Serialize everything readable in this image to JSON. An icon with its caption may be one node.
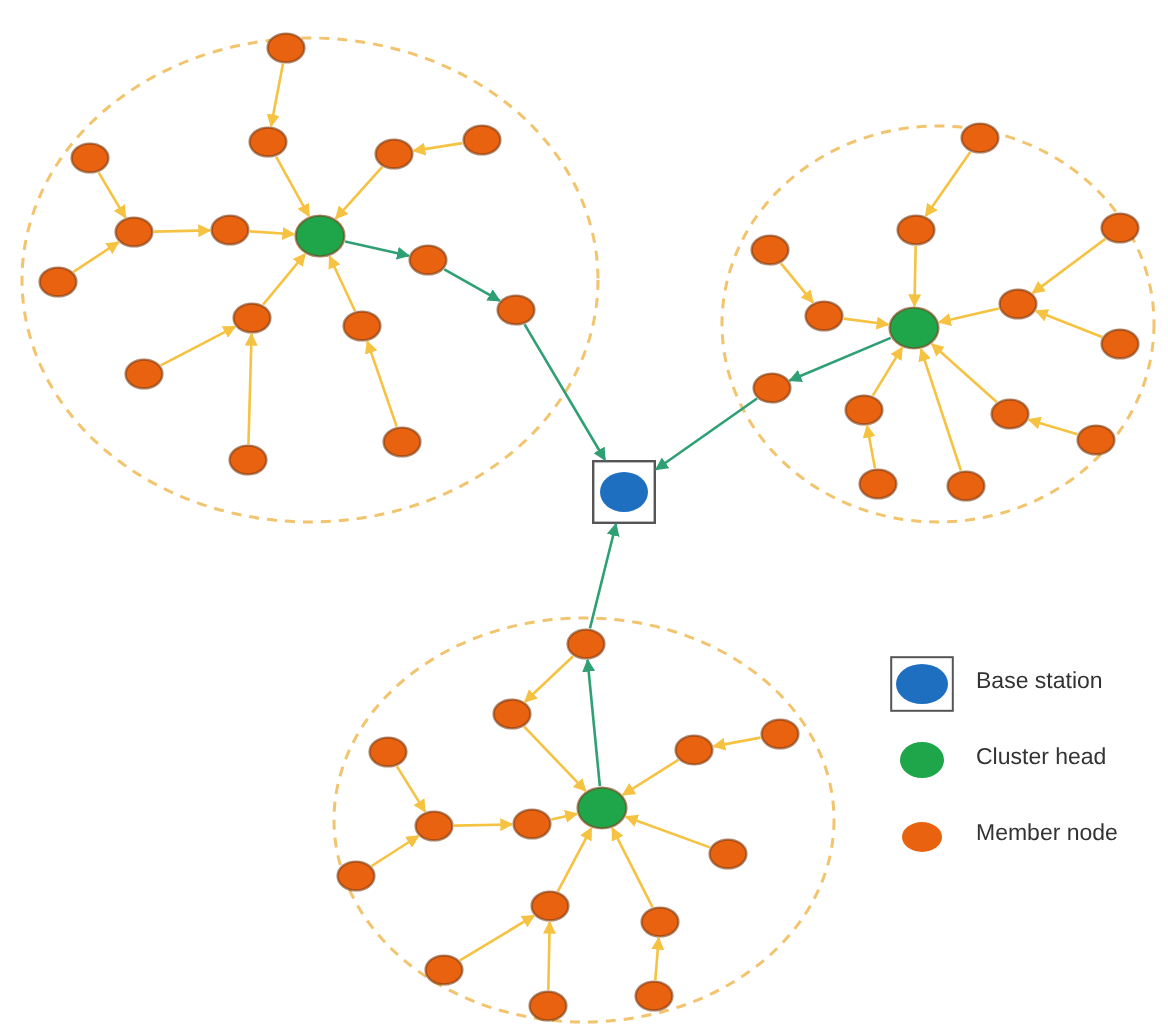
{
  "diagram": {
    "nodes": [
      {
        "text": [],
        "shape": "circle"
      },
      {
        "text": [],
        "shape": "circle",
        "in": 0
      },
      {
        "text": [],
        "shape": "circle",
        "in": 0
      },
      {
        "text": [],
        "shape": "circle",
        "in": 0
      },
      {
        "text": [],
        "shape": "circle",
        "in": 0
      },
      {
        "text": [],
        "shape": "circle",
        "in": 0
      },
      {
        "text": [],
        "shape": "circle",
        "in": 0
      },
      {
        "text": [],
        "shape": "circle",
        "in": 0
      },
      {
        "text": [],
        "shape": "circle",
        "in": 0
      },
      {
        "text": [],
        "shape": "circle",
        "in": 0
      },
      {
        "text": [],
        "shape": "circle",
        "in": 0
      },
      {
        "text": [],
        "shape": "circle",
        "in": 0
      },
      {
        "text": [],
        "shape": "circle",
        "in": 0
      },
      {
        "text": [],
        "shape": "circle",
        "in": 0
      },
      {
        "text": [],
        "shape": "circle",
        "in": 0
      },
      {
        "text": [],
        "shape": "circle",
        "in": 0
      },
      {
        "text": [],
        "shape": "circle",
        "in": 0
      },
      {
        "text": [],
        "shape": "circle"
      },
      {
        "text": [],
        "shape": "circle",
        "in": 17
      },
      {
        "text": [],
        "shape": "circle",
        "in": 17
      },
      {
        "text": [],
        "shape": "circle",
        "in": 17
      },
      {
        "text": [],
        "shape": "circle",
        "in": 17
      },
      {
        "text": [],
        "shape": "circle",
        "in": 17
      },
      {
        "text": [],
        "shape": "circle",
        "in": 17
      },
      {
        "text": [],
        "shape": "circle",
        "in": 17
      },
      {
        "text": [],
        "shape": "circle",
        "in": 17
      },
      {
        "text": [],
        "shape": "circle",
        "in": 17
      },
      {
        "text": [],
        "shape": "circle",
        "in": 17
      },
      {
        "text": [],
        "shape": "circle",
        "in": 17
      },
      {
        "text": [],
        "shape": "circle",
        "in": 17
      },
      {
        "text": [],
        "shape": "circle",
        "in": 17
      },
      {
        "text": [],
        "shape": "circle",
        "in": 17
      },
      {
        "text": [],
        "shape": "box"
      },
      {
        "text": [],
        "shape": "circle"
      },
      {
        "text": [],
        "shape": "circle",
        "in": 33
      },
      {
        "text": [],
        "shape": "circle",
        "in": 33
      },
      {
        "text": [],
        "shape": "circle",
        "in": 33
      },
      {
        "text": [],
        "shape": "circle",
        "in": 33
      },
      {
        "text": [],
        "shape": "circle",
        "in": 33
      },
      {
        "text": [],
        "shape": "circle",
        "in": 33
      },
      {
        "text": [],
        "shape": "circle",
        "in": 33
      },
      {
        "text": [],
        "shape": "circle",
        "in": 33
      },
      {
        "text": [],
        "shape": "circle",
        "in": 33
      },
      {
        "text": [],
        "shape": "circle",
        "in": 33
      },
      {
        "text": [],
        "shape": "circle",
        "in": 33
      },
      {
        "text": [],
        "shape": "circle",
        "in": 33
      },
      {
        "text": [],
        "shape": "circle",
        "in": 33
      },
      {
        "text": [],
        "shape": "circle",
        "in": 33
      },
      {
        "text": [],
        "shape": "circle",
        "in": 33
      }
    ],
    "edges": [
      {
        "from": 1,
        "to": 2,
        "arrow": "to"
      },
      {
        "from": 2,
        "to": 8,
        "arrow": "to"
      },
      {
        "from": 5,
        "to": 6,
        "arrow": "to"
      },
      {
        "from": 10,
        "to": 6,
        "arrow": "to"
      },
      {
        "from": 6,
        "to": 7,
        "arrow": "to"
      },
      {
        "from": 7,
        "to": 8,
        "arrow": "to"
      },
      {
        "from": 4,
        "to": 3,
        "arrow": "to"
      },
      {
        "from": 3,
        "to": 8,
        "arrow": "to"
      },
      {
        "from": 14,
        "to": 12,
        "arrow": "to"
      },
      {
        "from": 16,
        "to": 12,
        "arrow": "to"
      },
      {
        "from": 12,
        "to": 8,
        "arrow": "to"
      },
      {
        "from": 15,
        "to": 13,
        "arrow": "to"
      },
      {
        "from": 13,
        "to": 8,
        "arrow": "to"
      },
      {
        "from": 8,
        "to": 9,
        "arrow": "to",
        "color": "#2f9f74"
      },
      {
        "from": 9,
        "to": 11,
        "arrow": "to",
        "color": "#2f9f74"
      },
      {
        "from": 11,
        "to": 32,
        "arrow": "to",
        "color": "#2f9f74"
      },
      {
        "from": 18,
        "to": 19,
        "arrow": "to"
      },
      {
        "from": 19,
        "to": 24,
        "arrow": "to"
      },
      {
        "from": 21,
        "to": 23,
        "arrow": "to"
      },
      {
        "from": 23,
        "to": 24,
        "arrow": "to"
      },
      {
        "from": 20,
        "to": 22,
        "arrow": "to"
      },
      {
        "from": 25,
        "to": 22,
        "arrow": "to"
      },
      {
        "from": 22,
        "to": 24,
        "arrow": "to"
      },
      {
        "from": 24,
        "to": 26,
        "arrow": "to",
        "color": "#2f9f74"
      },
      {
        "from": 26,
        "to": 32,
        "arrow": "to",
        "color": "#2f9f74"
      },
      {
        "from": 30,
        "to": 27,
        "arrow": "to"
      },
      {
        "from": 27,
        "to": 24,
        "arrow": "to"
      },
      {
        "from": 31,
        "to": 24,
        "arrow": "to"
      },
      {
        "from": 29,
        "to": 28,
        "arrow": "to"
      },
      {
        "from": 28,
        "to": 24,
        "arrow": "to"
      },
      {
        "from": 39,
        "to": 34,
        "arrow": "to",
        "color": "#2f9f74"
      },
      {
        "from": 34,
        "to": 32,
        "arrow": "to",
        "color": "#2f9f74"
      },
      {
        "from": 34,
        "to": 35,
        "arrow": "to"
      },
      {
        "from": 35,
        "to": 39,
        "arrow": "to"
      },
      {
        "from": 38,
        "to": 41,
        "arrow": "to"
      },
      {
        "from": 43,
        "to": 41,
        "arrow": "to"
      },
      {
        "from": 41,
        "to": 40,
        "arrow": "to"
      },
      {
        "from": 40,
        "to": 39,
        "arrow": "to"
      },
      {
        "from": 36,
        "to": 37,
        "arrow": "to"
      },
      {
        "from": 37,
        "to": 39,
        "arrow": "to"
      },
      {
        "from": 42,
        "to": 39,
        "arrow": "to"
      },
      {
        "from": 46,
        "to": 44,
        "arrow": "to"
      },
      {
        "from": 48,
        "to": 44,
        "arrow": "to"
      },
      {
        "from": 44,
        "to": 39,
        "arrow": "to"
      },
      {
        "from": 47,
        "to": 45,
        "arrow": "to"
      },
      {
        "from": 45,
        "to": 39,
        "arrow": "to"
      }
    ],
    "legend": [
      {
        "text": "Base station",
        "color": "#1f6fc0"
      },
      {
        "text": "Cluster head",
        "color": "#1fa64a"
      },
      {
        "text": "Member node",
        "color": "#e8620f"
      }
    ]
  }
}
